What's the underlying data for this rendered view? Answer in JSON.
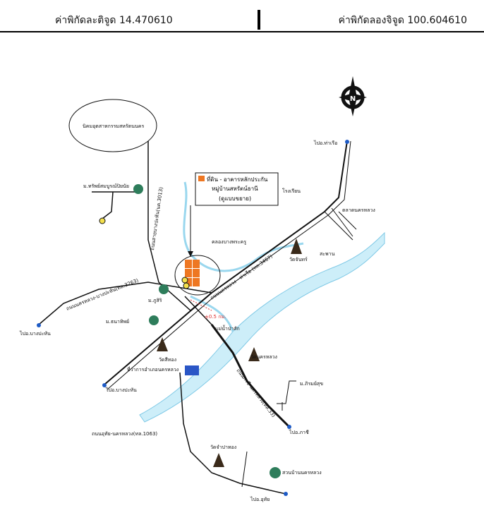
{
  "header": {
    "latitude_label": "ค่าพิกัดละติจูด 14.470610",
    "longitude_label": "ค่าพิกัดลองจิจูด 100.604610"
  },
  "map": {
    "industrial_estate": "นิคมอุตสาหกรรมสหรัตนนคร",
    "site_label_1": "ที่ดิน - อาคารหลักประกัน",
    "site_label_2": "หมู่บ้านสหรัตน์ธานี",
    "site_label_3": "(ดูแบบขยาย)",
    "village_top": "ม.ทรัพย์สมบูรณ์ปิยนัย",
    "road_309": "ถนนสายบางปะหัน(นค.3013)",
    "canal": "คลองบางพระครู",
    "to_tha_ruea": "ไปอ.ท่าเรือ",
    "nakhon_luang_market": "ตลาดนครหลวง",
    "temple_north": "วัดจันทร์",
    "bridge": "สะพาน",
    "school": "โรงเรียน",
    "road_main": "ถนนนครหลวง - ท่าเรือ (ทล.3467)",
    "road_bang_pahan_nc": "ถนนนครหลวง-บางปะหัน(ทล.3263)",
    "village_mid": "ม.ภูสิริ",
    "village_south": "ม.ธนาทิพย์",
    "to_bang_pahan_1": "ไปอ.บางปะหัน",
    "temple_mid": "วัดสีทอง",
    "distance": "±0.5 กม.",
    "river": "แม่น้ำป่าสัก",
    "temple_east": "วัดนครหลวง",
    "district_office": "ที่ว่าการอำเภอนครหลวง",
    "to_bang_pahan_2": "ไปอ.บางปะหัน",
    "road_pa_chi": "ถนนภาชี-นครหลวง(ทล.33)",
    "village_east": "ม.ภิรมย์สุข",
    "to_pa_chi": "ไปอ.ภาชี",
    "road_uthai": "ถนนอุทัย-นครหลวง(ทล.1063)",
    "temple_south": "วัดจำปาทอง",
    "park": "สวนบ้านนครหลวง",
    "to_uthai": "ไปอ.อุทัย",
    "compass_letter": "N"
  },
  "colors": {
    "road": "#111111",
    "river": "#cdeef9",
    "river_edge": "#7fc9e6",
    "site": "#ee7722",
    "marker": "#f4e04d",
    "office": "#2a56c6",
    "tree": "#2e7d5b"
  }
}
